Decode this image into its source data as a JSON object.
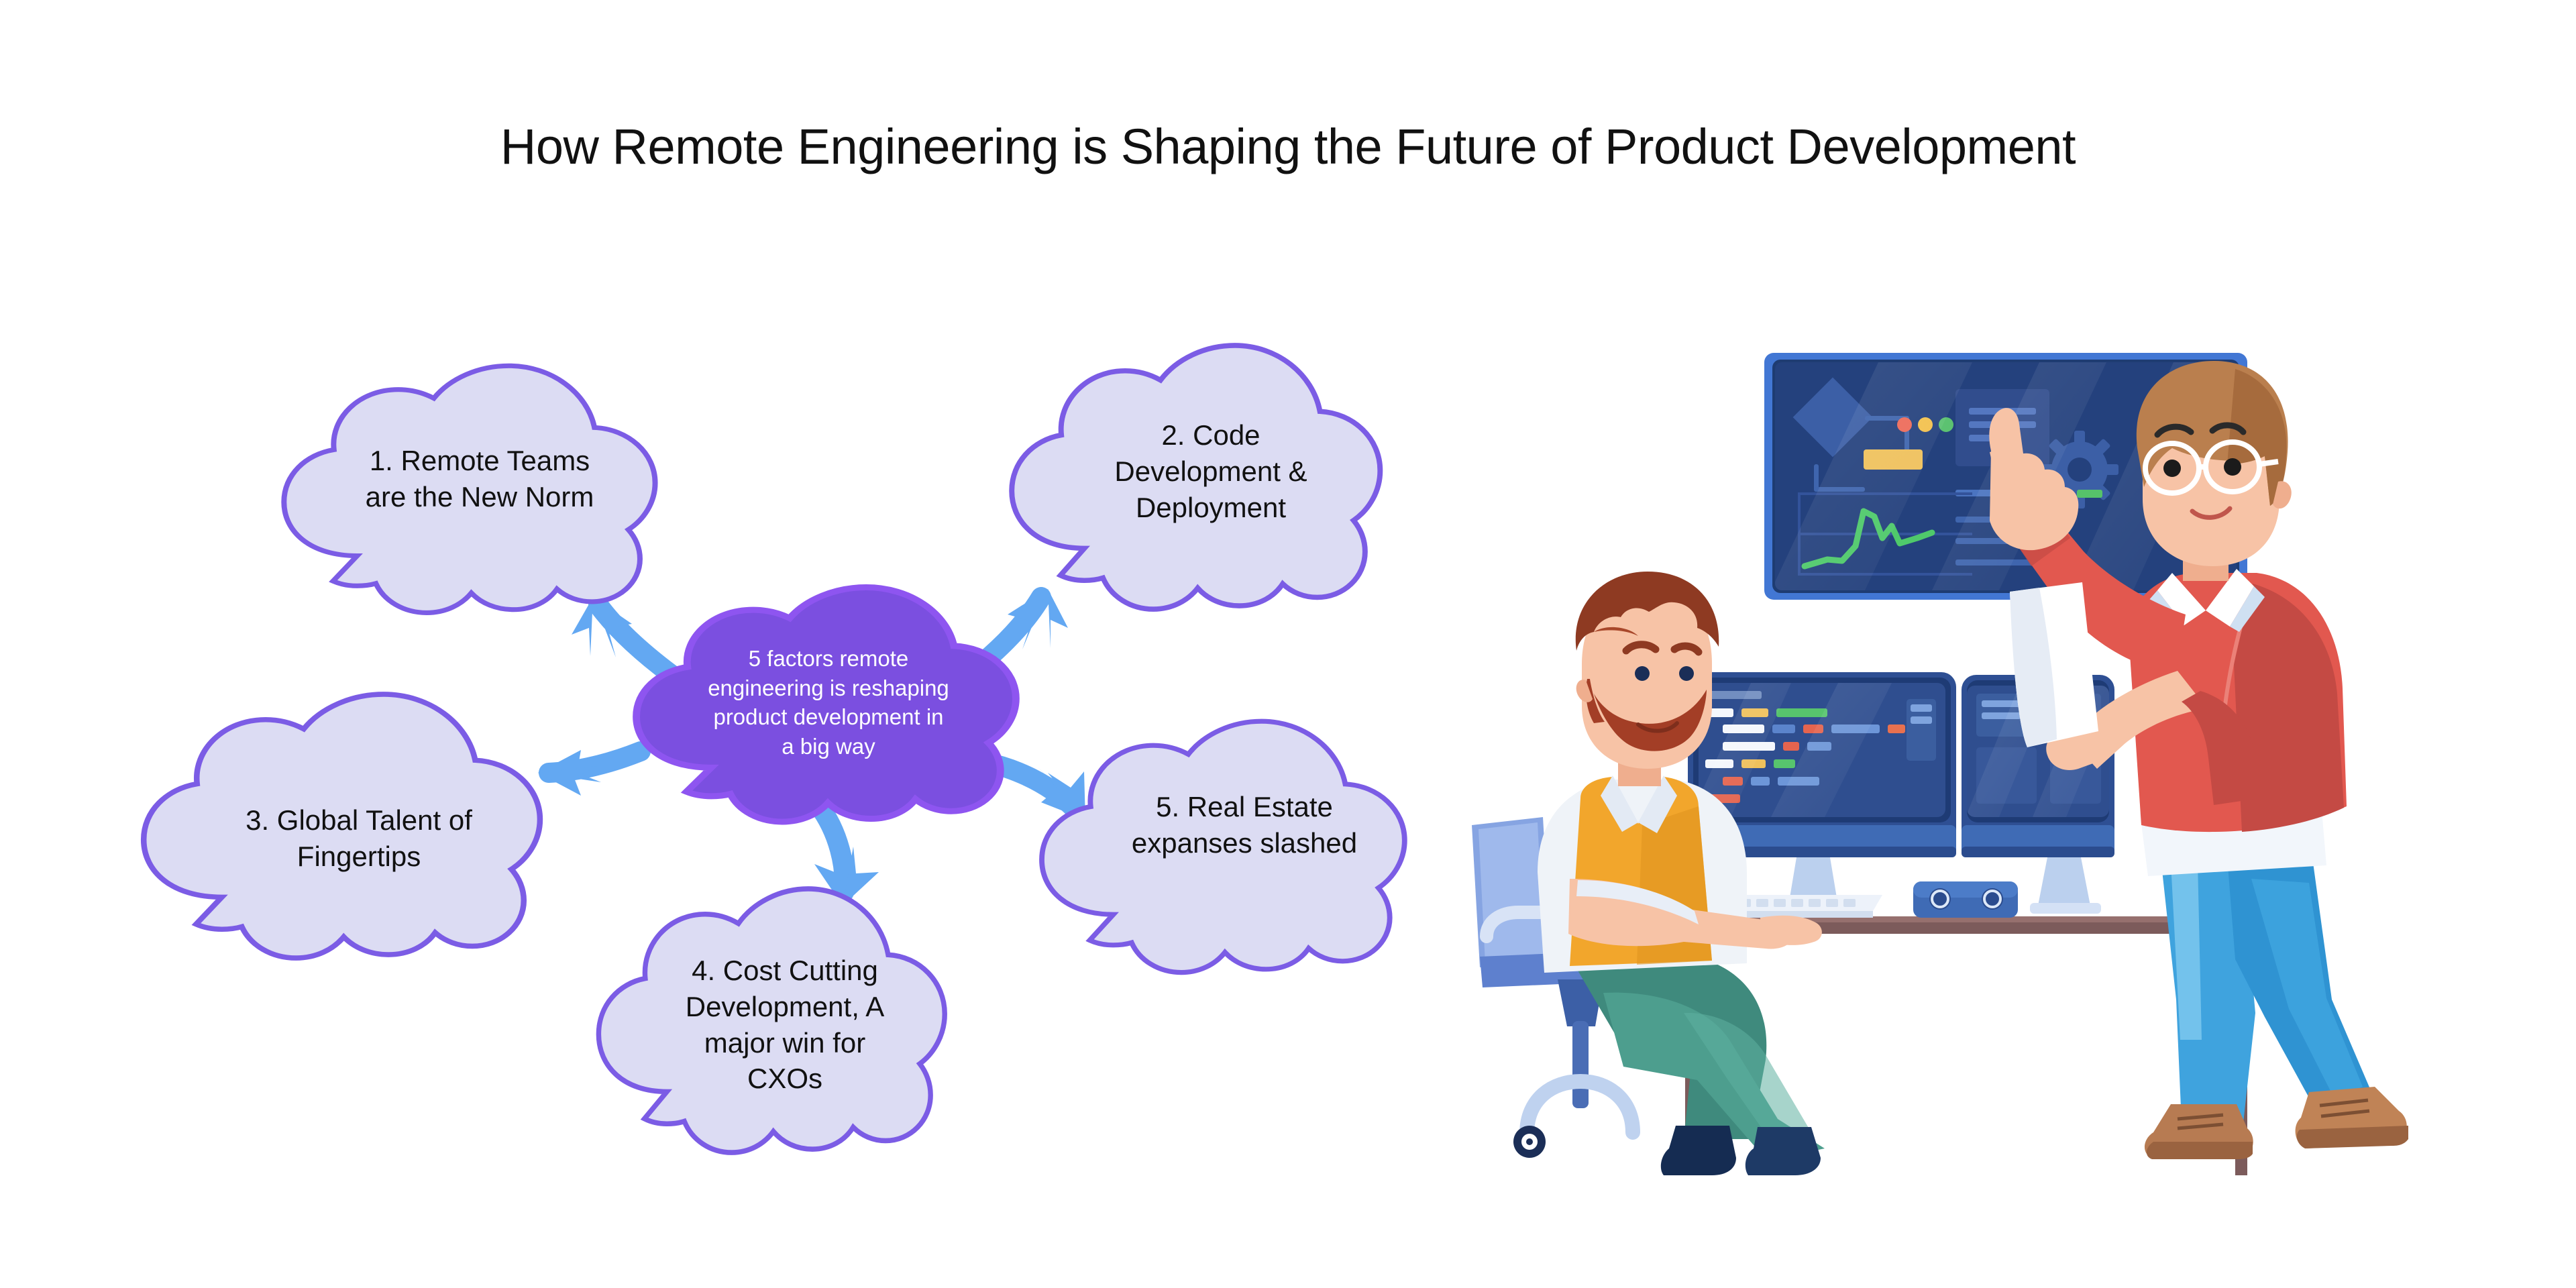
{
  "title": "How Remote Engineering is Shaping the Future of Product Development",
  "colors": {
    "cloud_fill": "#DCDCF3",
    "cloud_border": "#7B5CE5",
    "center_cloud_fill": "#7B4FE0",
    "center_cloud_border": "#8E55F0",
    "arrow": "#63A8F2",
    "title_text": "#111111",
    "center_text": "#FFFFFF",
    "background": "#FFFFFF"
  },
  "diagram": {
    "center_node": {
      "id": "center-cloud",
      "text": "5 factors remote\nengineering is reshaping\nproduct development in\na big way"
    },
    "nodes": [
      {
        "id": "cloud-1",
        "number": "1",
        "text": "1. Remote Teams\nare the New Norm"
      },
      {
        "id": "cloud-2",
        "number": "2",
        "text": "2. Code\nDevelopment &\nDeployment"
      },
      {
        "id": "cloud-3",
        "number": "3",
        "text": "3. Global Talent of\nFingertips"
      },
      {
        "id": "cloud-4",
        "number": "4",
        "text": "4. Cost Cutting\nDevelopment, A\nmajor win for\nCXOs"
      },
      {
        "id": "cloud-5",
        "number": "5",
        "text": "5. Real Estate\nexpanses slashed"
      }
    ],
    "arrows": [
      {
        "id": "arrow-to-cloud-1",
        "from": "center-cloud",
        "to": "cloud-1",
        "direction": "up-left"
      },
      {
        "id": "arrow-to-cloud-2",
        "from": "center-cloud",
        "to": "cloud-2",
        "direction": "up-right"
      },
      {
        "id": "arrow-to-cloud-3",
        "from": "center-cloud",
        "to": "cloud-3",
        "direction": "left"
      },
      {
        "id": "arrow-to-cloud-4",
        "from": "center-cloud",
        "to": "cloud-4",
        "direction": "down"
      },
      {
        "id": "arrow-to-cloud-5",
        "from": "center-cloud",
        "to": "cloud-5",
        "direction": "down-right"
      }
    ]
  },
  "illustration": {
    "description": "Two men at an office desk: one seated typing at dual monitors, one standing holding a paper and pointing at a large wall display",
    "elements": [
      "wall-display",
      "dual-monitors",
      "keyboard",
      "desk-speaker",
      "desk",
      "office-chair",
      "seated-developer",
      "standing-manager"
    ]
  }
}
